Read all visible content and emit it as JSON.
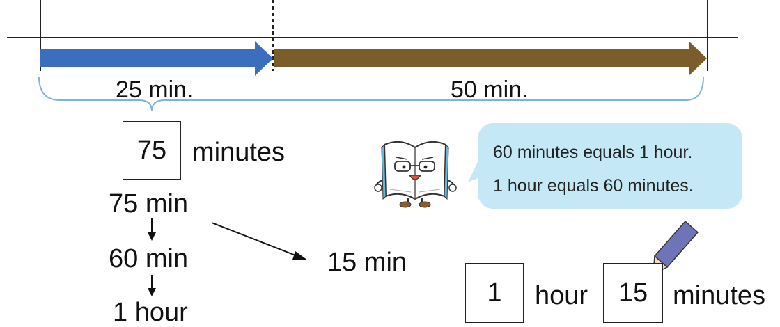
{
  "timeline": {
    "segment_1_label": "25 min.",
    "segment_2_label": "50 min."
  },
  "total": {
    "box_value": "75",
    "unit": "minutes"
  },
  "breakdown": {
    "start": "75 min",
    "hour_part": "60 min",
    "remainder": "15 min",
    "hour_result": "1 hour"
  },
  "speech_bubble": {
    "line_1": "60 minutes equals 1 hour.",
    "line_2": "1 hour equals 60 minutes."
  },
  "answer": {
    "hours_value": "1",
    "hours_unit": "hour",
    "minutes_value": "15",
    "minutes_unit": "minutes"
  },
  "colors": {
    "blue_arrow": "#3b6fbd",
    "brown_arrow": "#7a5d2a",
    "brace": "#7fb3dd",
    "bubble": "#c4e8f6",
    "pencil": "#6f74b8"
  }
}
